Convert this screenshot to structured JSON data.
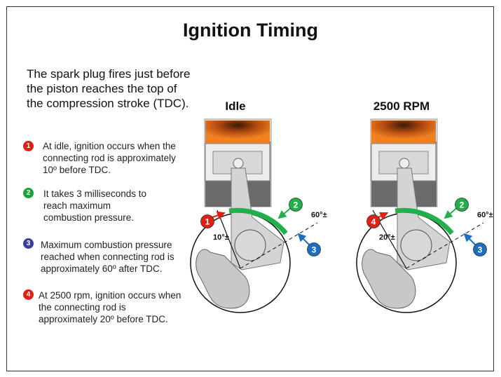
{
  "title": "Ignition Timing",
  "intro": "The spark plug fires just before the piston reaches the top of the compression stroke (TDC).",
  "items": [
    {
      "num": "1",
      "text": "At idle, ignition occurs when the connecting rod is approximately 10º before TDC.",
      "color": "#e02010"
    },
    {
      "num": "2",
      "text": "It takes 3 milliseconds to reach maximum combustion pressure.",
      "color": "#1aa33a"
    },
    {
      "num": "3",
      "text": "Maximum combustion pressure reached when connecting rod is approximately 60º after TDC.",
      "color": "#3a3f9a"
    },
    {
      "num": "4",
      "text": "At 2500 rpm, ignition occurs when the connecting rod is approximately 20º before TDC.",
      "color": "#e02010"
    }
  ],
  "diagrams": [
    {
      "label": "Idle",
      "ignition_badge": "1",
      "ignition_angle": "10°±",
      "duration_badge": "2",
      "peak_badge": "3",
      "peak_angle": "60°±"
    },
    {
      "label": "2500 RPM",
      "ignition_badge": "4",
      "ignition_angle": "20°±",
      "duration_badge": "2",
      "peak_badge": "3",
      "peak_angle": "60°±"
    }
  ]
}
